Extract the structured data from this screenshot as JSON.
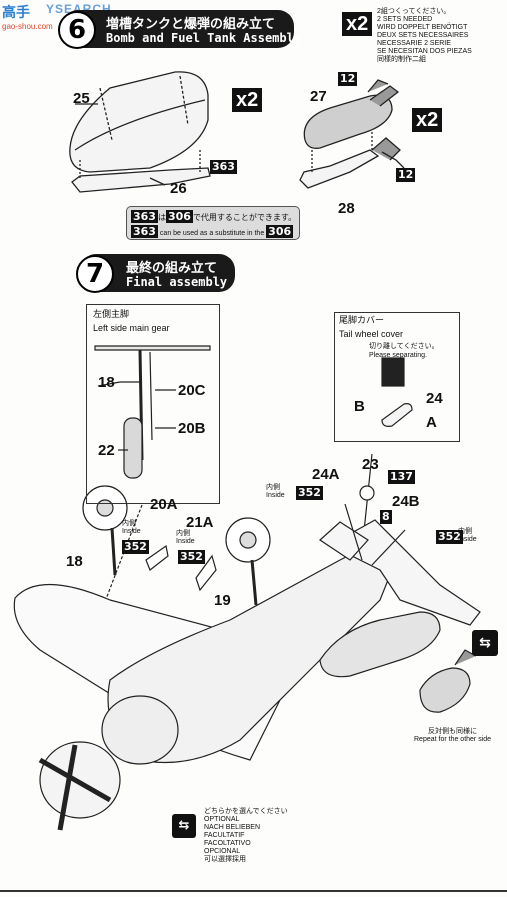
{
  "watermark": {
    "brand": "YSEARCH",
    "site": "gao-shou.com",
    "cn": "高手"
  },
  "step6": {
    "number": "6",
    "title_jp": "増槽タンクと爆弾の組み立て",
    "title_en": "Bomb and Fuel Tank Assembly",
    "multiplier_left": "x2",
    "multiplier_right": "x2",
    "multiplier_top": "x2",
    "sets_note": [
      "2組つくってください。",
      "2 SETS NEEDED",
      "WIRD DOPPELT BENÖTIGT",
      "DEUX SETS NECESSAIRES",
      "NECESSARIE 2 SERIE",
      "SE NECESITAN DOS PIEZAS",
      "同樣的制作二組"
    ],
    "parts": {
      "p25": "25",
      "p26": "26",
      "p27": "27",
      "p28": "28"
    },
    "decal_tags": {
      "d363": "363",
      "d12a": "12",
      "d12b": "12"
    },
    "substitute_note": {
      "num_363": "363",
      "num_306": "306",
      "jp_suffix": "で代用することができます。",
      "num_363b": "363",
      "en_mid": "can be used as a substitute in the",
      "num_306b": "306"
    }
  },
  "step7": {
    "number": "7",
    "title_jp": "最終の組み立て",
    "title_en": "Final assembly",
    "left_gear": {
      "jp": "左側主脚",
      "en": "Left side main gear",
      "parts": {
        "p18": "18",
        "p20c": "20C",
        "p20b": "20B",
        "p22": "22"
      }
    },
    "tail_cover": {
      "jp": "尾脚カバー",
      "en": "Tail wheel cover",
      "cut_jp": "切り離してください。",
      "cut_en": "Please separating.",
      "parts": {
        "pb": "B",
        "p24": "24",
        "pa": "A"
      }
    },
    "parts": {
      "p24a": "24A",
      "p23": "23",
      "p20a": "20A",
      "p21a": "21A",
      "p18": "18",
      "p19": "19",
      "p24b": "24B",
      "p8": "8"
    },
    "decal_tags": {
      "d137": "137",
      "d352a": "352",
      "d352b": "352",
      "d352c": "352",
      "d352d": "352"
    },
    "inside_labels": {
      "jp": "内側",
      "en": "Inside"
    },
    "repeat_note": {
      "jp": "反対側も同様に",
      "en": "Repeat for the other side"
    },
    "optional_note": [
      "どちらかを選んでください",
      "OPTIONAL",
      "NACH BELIEBEN",
      "FACULTATIF",
      "FACOLTATIVO",
      "OPCIONAL",
      "可以選擇採用"
    ]
  }
}
